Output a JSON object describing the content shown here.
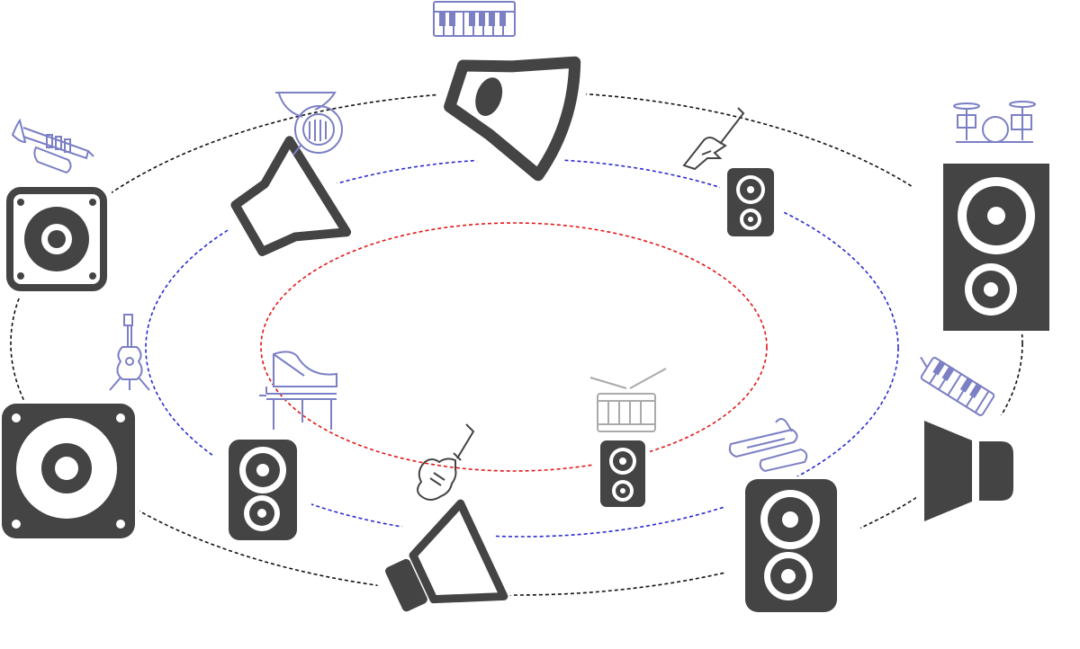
{
  "colors": {
    "outer_ring": "#111111",
    "middle_ring": "#2a2ad0",
    "inner_ring": "#e01818",
    "speaker": "#444444",
    "speaker_hole": "#ffffff",
    "instrument_blue": "#7b7fc4",
    "instrument_gray": "#aaaaaa",
    "instrument_dark": "#444444"
  },
  "rings": [
    {
      "name": "outer-ring",
      "color_key": "outer_ring"
    },
    {
      "name": "middle-ring",
      "color_key": "middle_ring"
    },
    {
      "name": "inner-ring",
      "color_key": "inner_ring"
    }
  ],
  "speakers": [
    {
      "name": "square-woofer-icon-top-left"
    },
    {
      "name": "square-woofer-icon-bottom-left"
    },
    {
      "name": "horn-speaker-icon-top"
    },
    {
      "name": "horn-speaker-icon-upper-left"
    },
    {
      "name": "horn-speaker-icon-bottom"
    },
    {
      "name": "cone-speaker-icon-right"
    },
    {
      "name": "tower-speaker-icon-large-right"
    },
    {
      "name": "bookshelf-speaker-icon-bottom-right"
    },
    {
      "name": "bookshelf-speaker-icon-left"
    },
    {
      "name": "small-speaker-icon-center"
    },
    {
      "name": "small-speaker-icon-upper-right"
    }
  ],
  "instruments": [
    {
      "name": "keyboard-icon",
      "color_key": "instrument_blue"
    },
    {
      "name": "french-horn-icon",
      "color_key": "instrument_blue"
    },
    {
      "name": "trumpet-icon",
      "color_key": "instrument_blue"
    },
    {
      "name": "acoustic-guitar-icon",
      "color_key": "instrument_blue"
    },
    {
      "name": "grand-piano-icon",
      "color_key": "instrument_blue"
    },
    {
      "name": "electric-guitar-icon",
      "color_key": "instrument_dark"
    },
    {
      "name": "snare-drum-icon",
      "color_key": "instrument_gray"
    },
    {
      "name": "flying-v-guitar-icon",
      "color_key": "instrument_dark"
    },
    {
      "name": "drum-kit-icon",
      "color_key": "instrument_blue"
    },
    {
      "name": "melodica-icon",
      "color_key": "instrument_blue"
    },
    {
      "name": "trombone-icon",
      "color_key": "instrument_blue"
    }
  ]
}
